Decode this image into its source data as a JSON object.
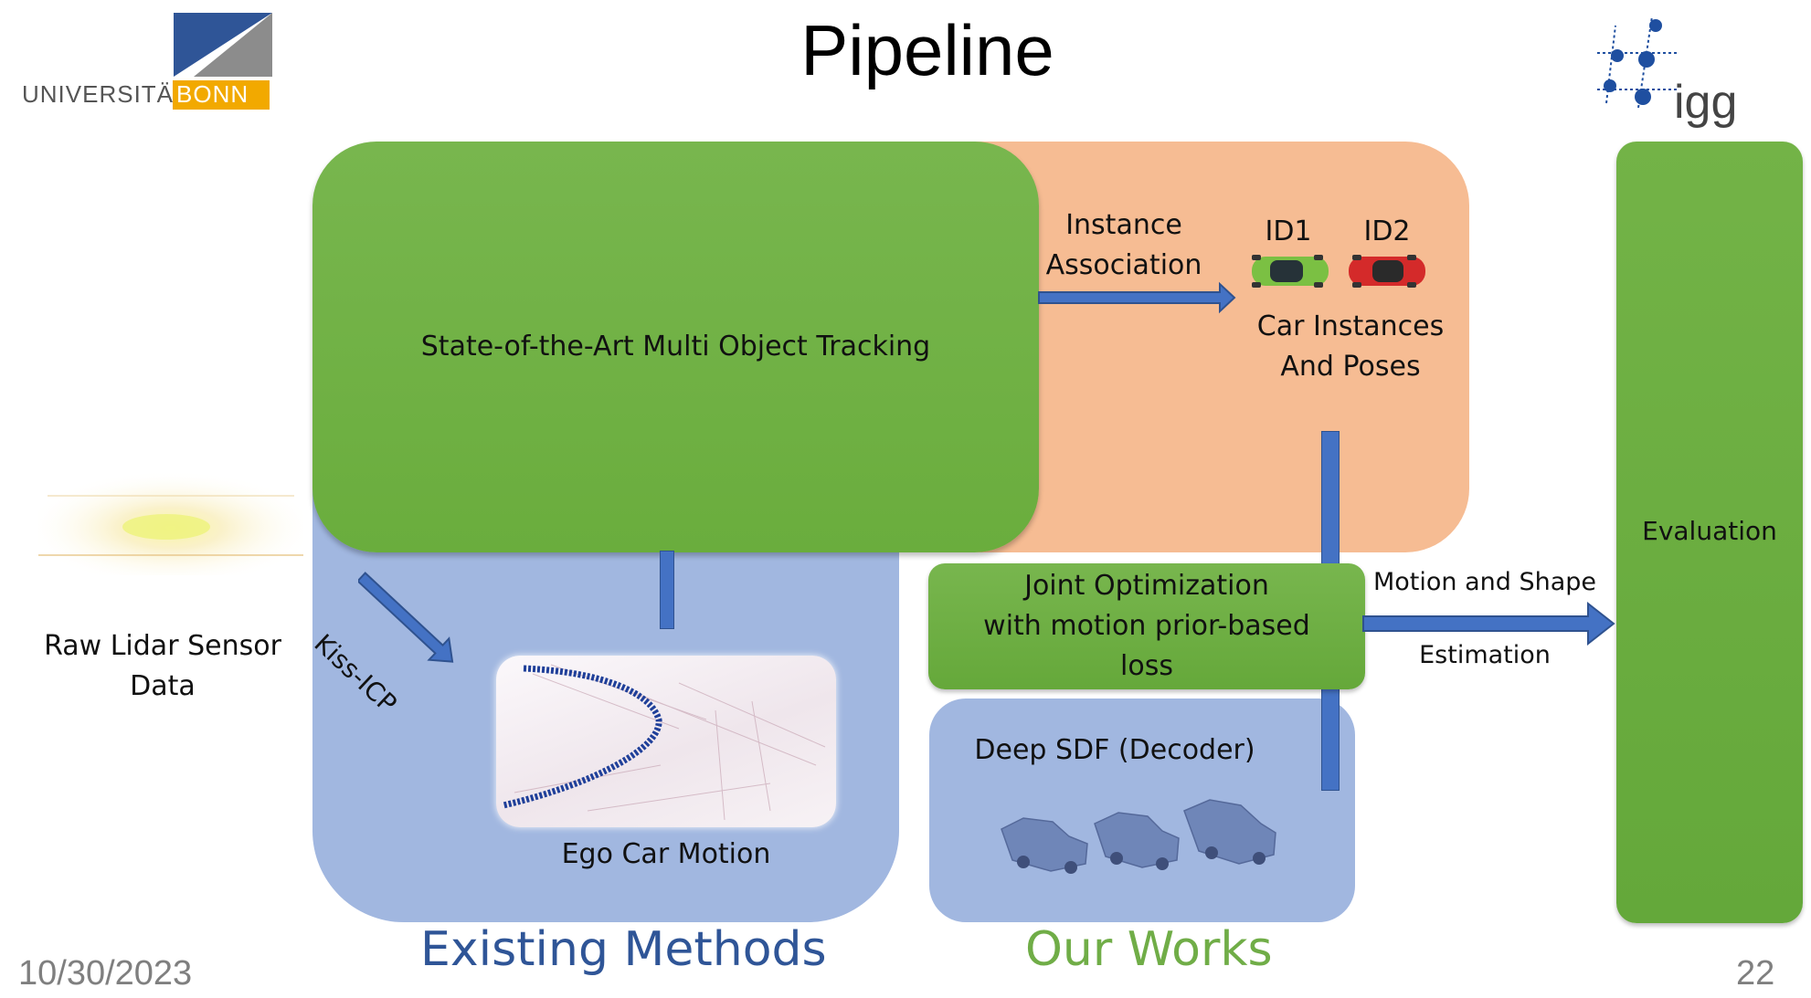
{
  "slide": {
    "title": "Pipeline",
    "date": "10/30/2023",
    "page_number": "22"
  },
  "logos": {
    "university": {
      "text_main": "UNIVERSITÄT",
      "text_highlight": "BONN",
      "highlight_color": "#f2a900",
      "blue": "#2f5597",
      "gray": "#8c8c8c"
    },
    "institute": {
      "text": "igg",
      "dot_color": "#1f4fa0"
    }
  },
  "input": {
    "label": "Raw Lidar Sensor Data",
    "line1": "Raw Lidar Sensor",
    "line2": "Data"
  },
  "existing": {
    "mot_label": "State-of-the-Art Multi Object Tracking",
    "kiss_icp_label": "Kiss-ICP",
    "ego_motion_label": "Ego Car Motion",
    "section_label": "Existing Methods"
  },
  "association": {
    "line1": "Instance",
    "line2": "Association",
    "id1": "ID1",
    "id2": "ID2",
    "instances_line1": "Car Instances",
    "instances_line2": "And Poses"
  },
  "ours": {
    "joint_line1": "Joint Optimization",
    "joint_line2": "with motion prior-based",
    "joint_line3": "loss",
    "deepsdf_label": "Deep SDF (Decoder)",
    "section_label": "Our Works"
  },
  "output": {
    "arrow_line1": "Motion and Shape",
    "arrow_line2": "Estimation",
    "evaluation_label": "Evaluation"
  },
  "colors": {
    "green": "#70ad47",
    "blue_panel": "#a1b7e0",
    "orange_panel": "#f6bc93",
    "arrow_blue": "#4472c4",
    "arrow_outline": "#2f528f",
    "existing_text": "#2f5597"
  }
}
